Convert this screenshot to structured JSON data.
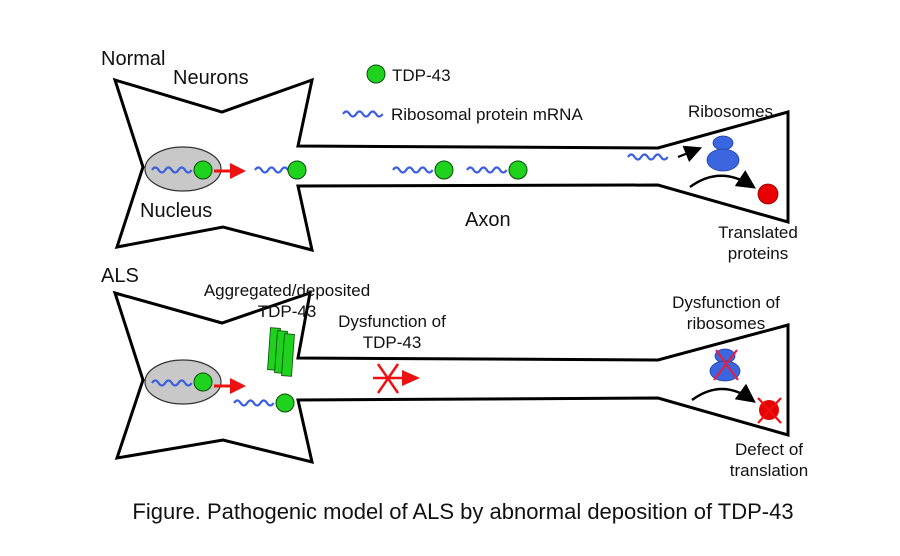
{
  "labels": {
    "normal": "Normal",
    "neurons": "Neurons",
    "legend_tdp": "TDP-43",
    "legend_mrna": "Ribosomal protein mRNA",
    "ribosomes": "Ribosomes",
    "nucleus": "Nucleus",
    "axon": "Axon",
    "translated_1": "Translated",
    "translated_2": "proteins",
    "als": "ALS",
    "aggregated_1": "Aggregated/deposited",
    "aggregated_2": "TDP-43",
    "dysfunction_tdp_1": "Dysfunction of",
    "dysfunction_tdp_2": "TDP-43",
    "dysfunction_ribo_1": "Dysfunction of",
    "dysfunction_ribo_2": "ribosomes",
    "defect_1": "Defect of",
    "defect_2": "translation"
  },
  "caption": "Figure. Pathogenic model of ALS by abnormal deposition of TDP-43",
  "colors": {
    "tdp43": "#1ed21e",
    "mrna": "#3a5fe0",
    "ribosome": "#3a66e0",
    "protein": "#e80000",
    "arrow_red": "#ee1111",
    "nucleus": "#c8c8c8"
  }
}
